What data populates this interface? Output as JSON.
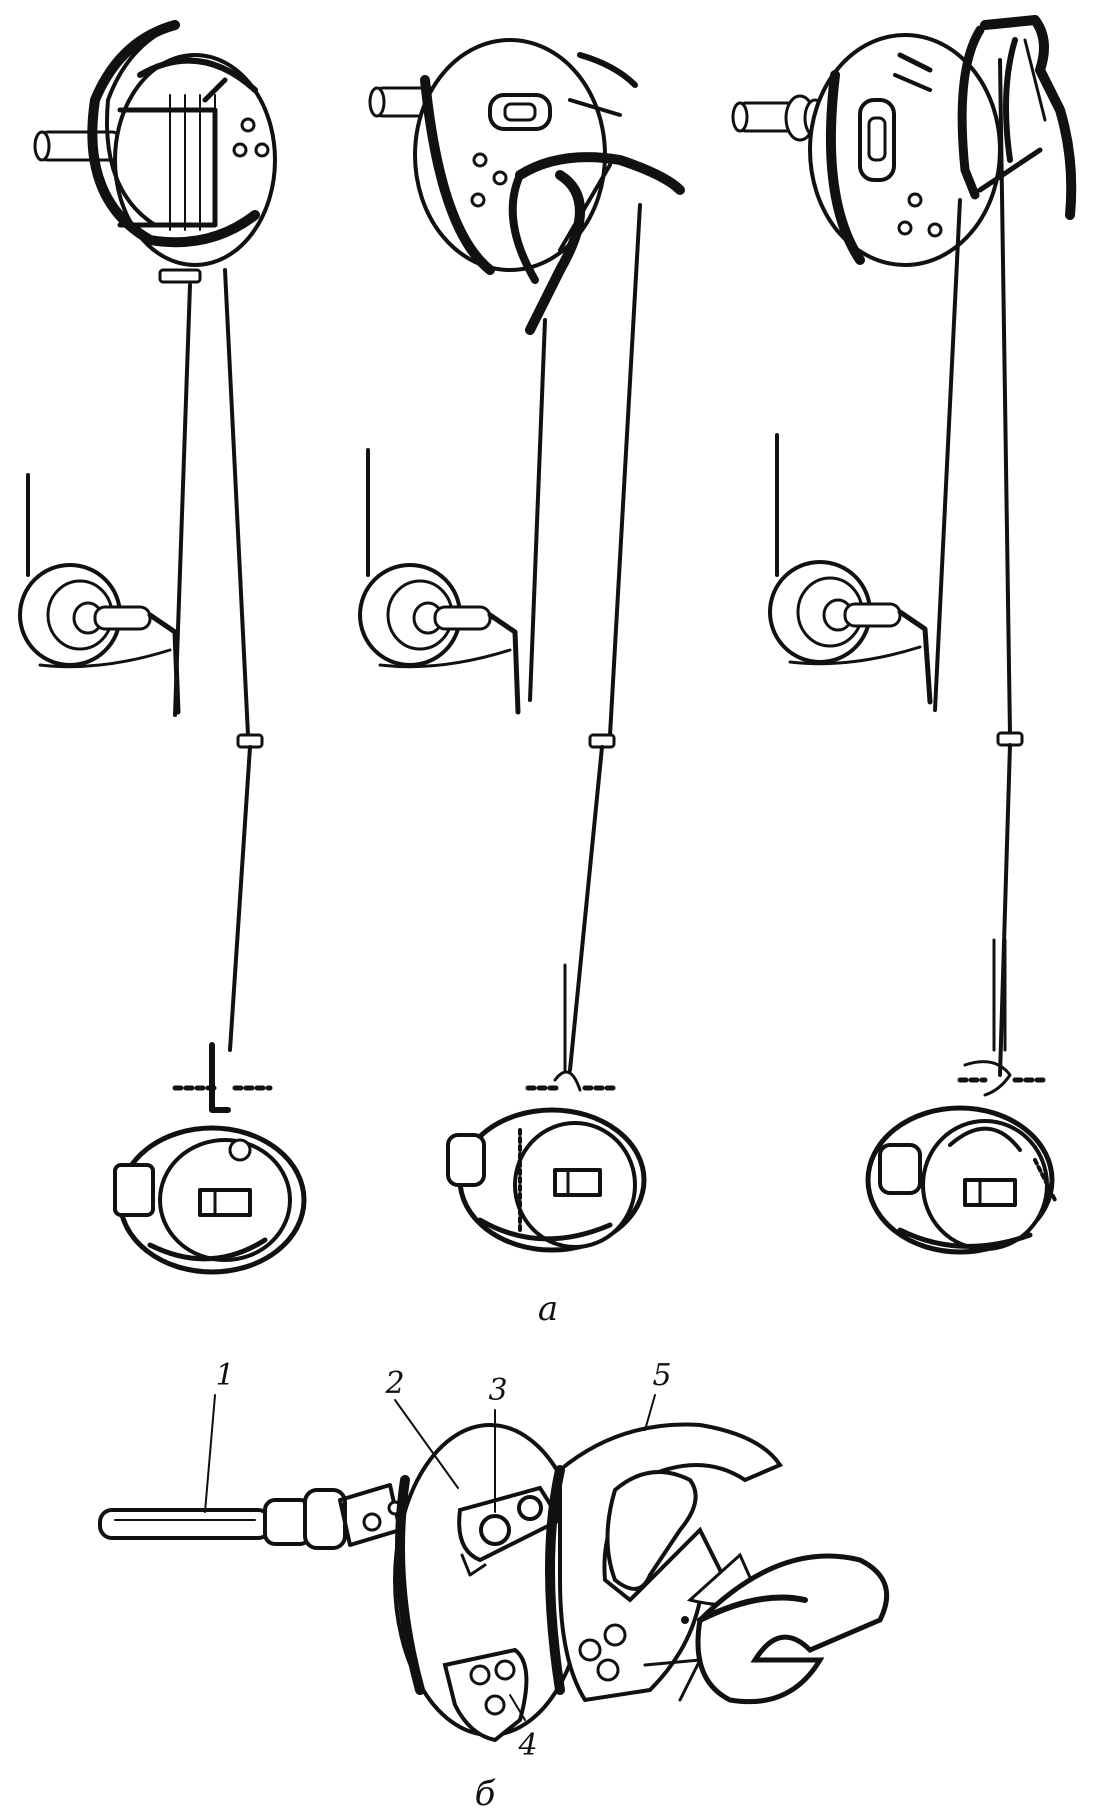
{
  "panel_a": {
    "label": "а",
    "stages": [
      {
        "id": "stage-1"
      },
      {
        "id": "stage-2"
      },
      {
        "id": "stage-3"
      }
    ]
  },
  "panel_b": {
    "label": "б",
    "parts": [
      {
        "number": "1"
      },
      {
        "number": "2"
      },
      {
        "number": "3"
      },
      {
        "number": "4"
      },
      {
        "number": "5"
      }
    ]
  },
  "colors": {
    "ink": "#111111",
    "paper": "#ffffff"
  }
}
